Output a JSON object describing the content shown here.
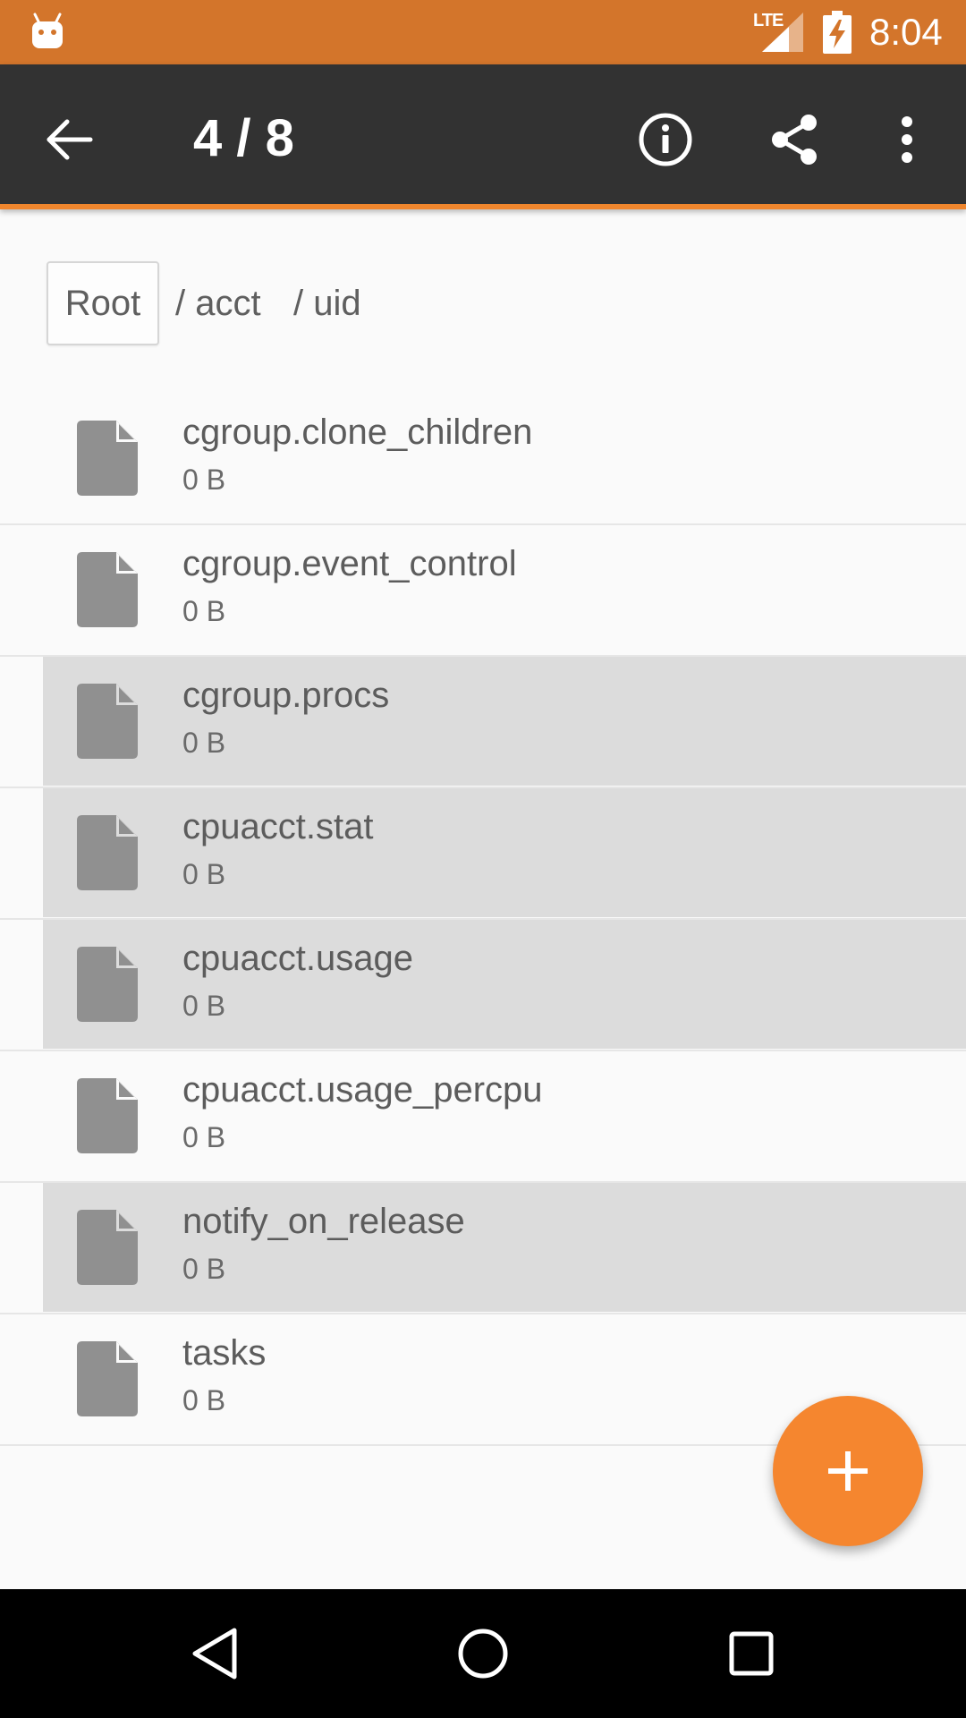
{
  "status_bar": {
    "network_label": "LTE",
    "time": "8:04",
    "color": "#d3752b"
  },
  "toolbar": {
    "title": "4 / 8",
    "back_icon": "arrow-left-icon",
    "info_icon": "info-icon",
    "share_icon": "share-icon",
    "more_icon": "more-vert-icon",
    "background": "#323232",
    "accent": "#f0862d"
  },
  "breadcrumb": {
    "root": "Root",
    "acct": "/ acct",
    "uid": "/ uid"
  },
  "files": [
    {
      "name": "cgroup.clone_children",
      "size": "0 B",
      "selected": false
    },
    {
      "name": "cgroup.event_control",
      "size": "0 B",
      "selected": false
    },
    {
      "name": "cgroup.procs",
      "size": "0 B",
      "selected": true
    },
    {
      "name": "cpuacct.stat",
      "size": "0 B",
      "selected": true
    },
    {
      "name": "cpuacct.usage",
      "size": "0 B",
      "selected": true
    },
    {
      "name": "cpuacct.usage_percpu",
      "size": "0 B",
      "selected": false
    },
    {
      "name": "notify_on_release",
      "size": "0 B",
      "selected": true
    },
    {
      "name": "tasks",
      "size": "0 B",
      "selected": false
    }
  ],
  "fab": {
    "icon": "plus-icon",
    "color": "#f5862f"
  },
  "nav_bar": {
    "back_icon": "nav-back-icon",
    "home_icon": "nav-home-icon",
    "recents_icon": "nav-recents-icon"
  }
}
